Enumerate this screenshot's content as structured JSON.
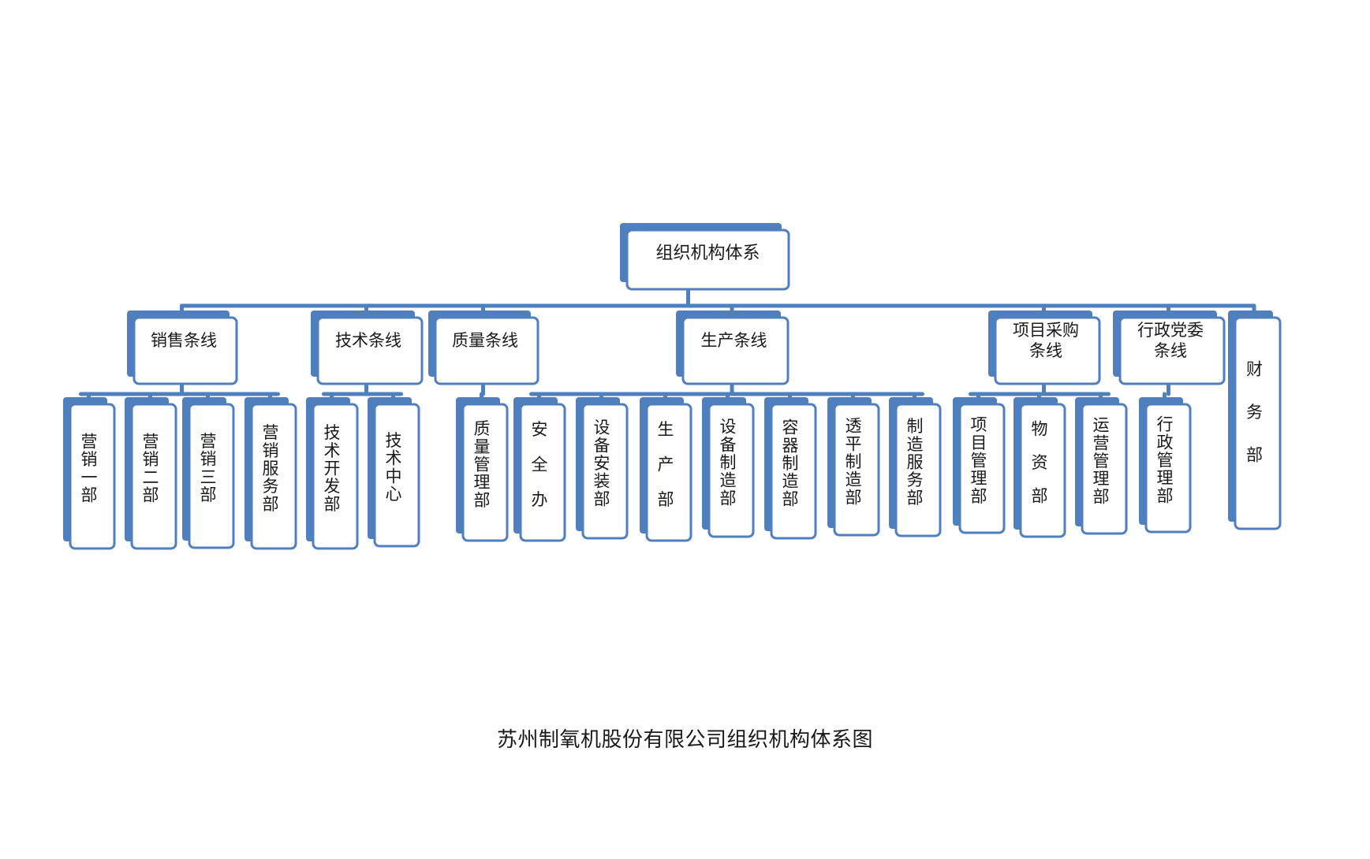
{
  "root": {
    "id": "root",
    "label": "组织机构体系"
  },
  "lines": [
    {
      "id": "sales",
      "label": "销售条线",
      "children": [
        {
          "id": "s1",
          "label": "营销一部"
        },
        {
          "id": "s2",
          "label": "营销二部"
        },
        {
          "id": "s3",
          "label": "营销三部"
        },
        {
          "id": "s4",
          "label": "营销服务部"
        }
      ]
    },
    {
      "id": "tech",
      "label": "技术条线",
      "children": [
        {
          "id": "t1",
          "label": "技术开发部"
        },
        {
          "id": "t2",
          "label": "技术中心"
        }
      ]
    },
    {
      "id": "quality",
      "label": "质量条线",
      "children": [
        {
          "id": "q1",
          "label": "质量管理部"
        }
      ]
    },
    {
      "id": "production",
      "label": "生产条线",
      "children": [
        {
          "id": "p1",
          "label": "安全办"
        },
        {
          "id": "p2",
          "label": "设备安装部"
        },
        {
          "id": "p3",
          "label": "生产部"
        },
        {
          "id": "p4",
          "label": "设备制造部"
        },
        {
          "id": "p5",
          "label": "容器制造部"
        },
        {
          "id": "p6",
          "label": "透平制造部"
        },
        {
          "id": "p7",
          "label": "制造服务部"
        }
      ]
    },
    {
      "id": "project",
      "label": "项目采购条线",
      "label_lines": [
        "项目采购",
        "条线"
      ],
      "children": [
        {
          "id": "j1",
          "label": "项目管理部"
        },
        {
          "id": "j2",
          "label": "物资部"
        },
        {
          "id": "j3",
          "label": "运营管理部"
        }
      ]
    },
    {
      "id": "admin",
      "label": "行政党委条线",
      "label_lines": [
        "行政党委",
        "条线"
      ],
      "children": [
        {
          "id": "a1",
          "label": "行政管理部"
        }
      ]
    },
    {
      "id": "finance",
      "label": "财务部",
      "children": []
    }
  ],
  "caption": "苏州制氧机股份有限公司组织机构体系图",
  "colors": {
    "connector": "#4f7fbd",
    "box_border": "#4f7fbd",
    "box_shadow": "#4f7fbd",
    "box_fill": "#ffffff",
    "text": "#1a1a1a"
  }
}
